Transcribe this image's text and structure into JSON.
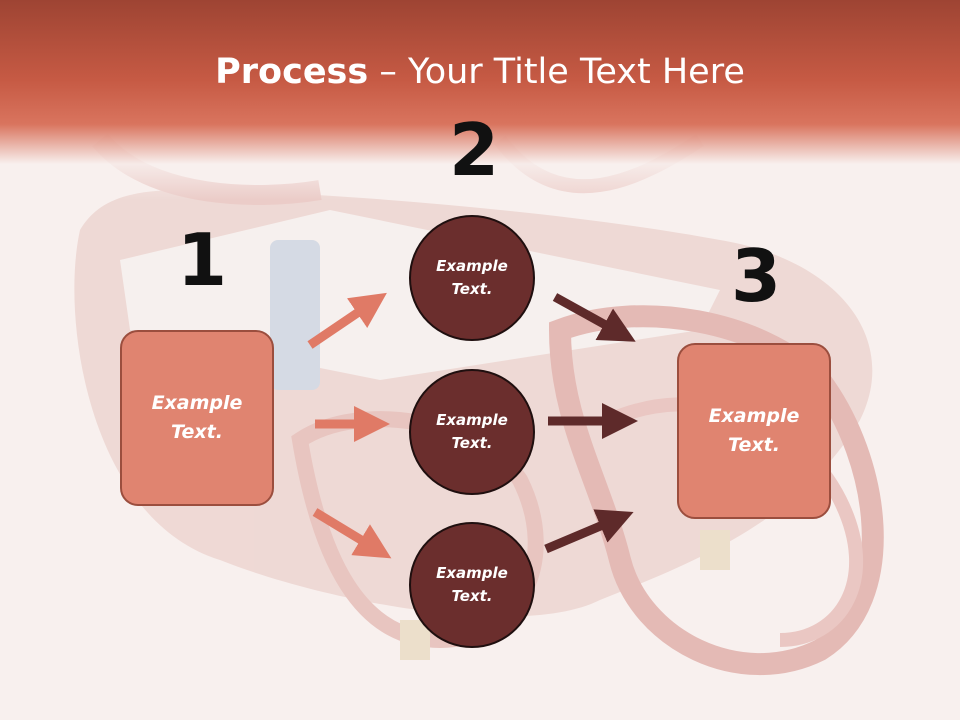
{
  "slide": {
    "title_bold": "Process",
    "title_rest": " – Your Title Text Here",
    "step_numbers": [
      "1",
      "2",
      "3"
    ],
    "left_box": "Example Text.",
    "right_box": "Example Text.",
    "circles": [
      "Example Text.",
      "Example Text.",
      "Example Text."
    ]
  },
  "colors": {
    "header": "#c65a44",
    "box_fill": "#e08470",
    "circle_fill": "#6b2e2d",
    "arrow_light": "#e07a66",
    "arrow_dark": "#5e2a2a"
  }
}
